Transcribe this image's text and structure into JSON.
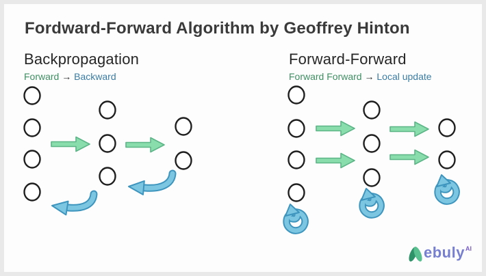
{
  "page": {
    "title_text": "Fordward-Forward Algorithm by Geoffrey Hinton"
  },
  "sections": {
    "backpropagation": {
      "heading": "Backpropagation",
      "flow": {
        "from": "Forward",
        "arrow": "→",
        "to": "Backward"
      }
    },
    "forward_forward": {
      "heading": "Forward-Forward",
      "flow": {
        "from": "Forward Forward",
        "arrow": "→",
        "to": "Local update"
      }
    }
  },
  "diagram": {
    "backpropagation": {
      "layers": [
        4,
        3,
        2
      ],
      "forward_arrows": 2,
      "backward_arrows": 2
    },
    "forward_forward": {
      "layers": [
        4,
        3,
        2
      ],
      "forward_arrows": 4,
      "local_update_loops": 3
    }
  },
  "logo": {
    "wordmark_rest": "ebuly",
    "superscript": "AI"
  },
  "colors": {
    "forward_text_green": "#3f8f63",
    "update_text_blue": "#3a7ca3",
    "arrow_green_fill": "#89dcab",
    "arrow_green_stroke": "#5cb587",
    "arrow_blue_fill": "#7cc6e2",
    "arrow_blue_stroke": "#3d95be",
    "title_text": "#3a3a3a",
    "logo_purple": "#767fd0",
    "logo_green_dark": "#2e9268",
    "logo_green_light": "#58c08f"
  }
}
